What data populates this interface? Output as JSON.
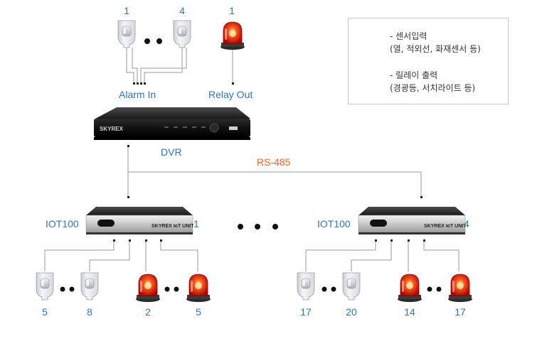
{
  "diagram": {
    "top_sensor_first": "1",
    "top_sensor_last": "4",
    "relay_out_num": "1",
    "alarm_in_label": "Alarm In",
    "relay_out_label": "Relay Out",
    "dvr_label": "DVR",
    "dvr_brand": "SKYREX",
    "bus_label": "RS-485",
    "iot_left_label": "IOT100",
    "iot_left_num": "1",
    "iot_right_label": "IOT100",
    "iot_right_num": "4",
    "iot_brand": "SKYREX IoT UNIT",
    "left_sensor_nums": [
      "5",
      "8"
    ],
    "left_relay_nums": [
      "2",
      "5"
    ],
    "right_sensor_nums": [
      "17",
      "20"
    ],
    "right_relay_nums": [
      "14",
      "17"
    ]
  },
  "legend": {
    "sensor_line1": "- 센서입력",
    "sensor_line2": "(열, 적외선, 화재센서 등)",
    "relay_line1": "- 릴레이 출력",
    "relay_line2": "(경광등, 서치라이트 등)"
  },
  "colors": {
    "label_blue": "#2e75b6",
    "bus_orange": "#e8642a",
    "wire_gray": "#9a9a9a"
  },
  "icons": [
    "pir-sensor-icon",
    "warning-light-icon",
    "dvr-device-icon",
    "iot-unit-icon",
    "ellipsis-dots-icon"
  ]
}
